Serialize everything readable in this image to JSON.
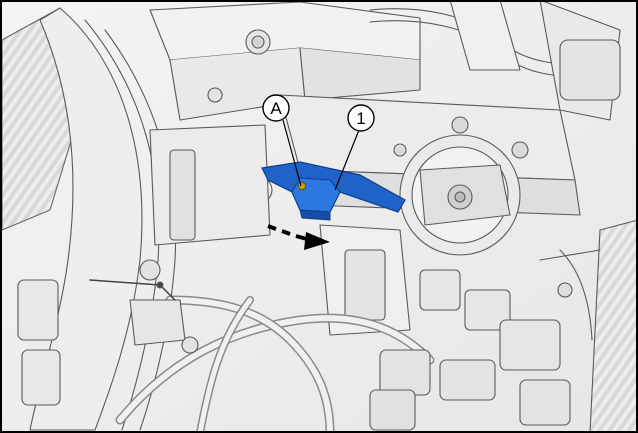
{
  "figure": {
    "callouts": [
      {
        "id": "A",
        "label": "A"
      },
      {
        "id": "1",
        "label": "1"
      }
    ],
    "colors": {
      "highlight": "#1f63c9",
      "highlight_dark": "#0e3f8f",
      "line": "#555555",
      "frame": "#000000",
      "background": "#ffffff",
      "arrow": "#000000"
    },
    "icons": {
      "direction_arrow": "arrow-right-icon"
    }
  }
}
